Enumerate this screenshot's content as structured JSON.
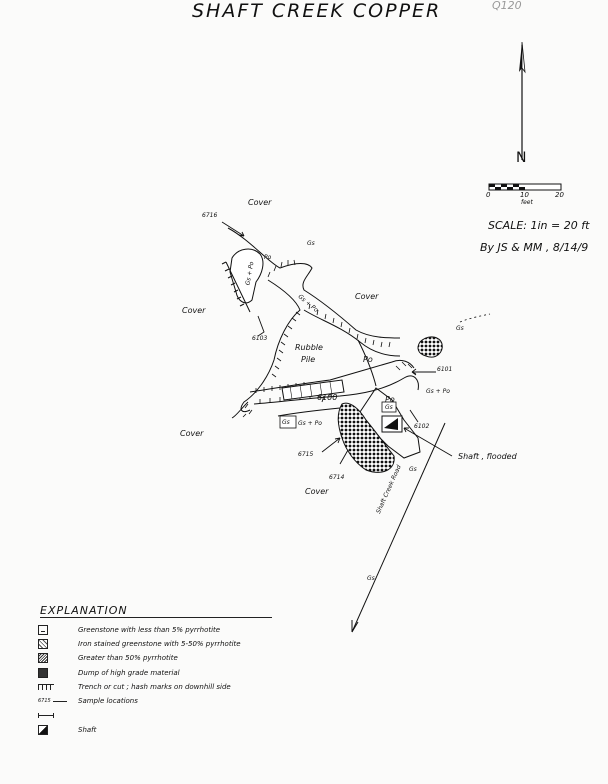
{
  "title": "SHAFT CREEK COPPER",
  "ref_number": "Q120",
  "north_label": "N",
  "scale_bar": {
    "ticks": [
      "0",
      "10",
      "20"
    ],
    "unit": "feet"
  },
  "scale_text": "SCALE: 1in = 20 ft",
  "author_text": "By JS & MM , 8/14/9",
  "map_labels": {
    "cover_top": "Cover",
    "cover_left": "Cover",
    "cover_mid_right": "Cover",
    "cover_lower_left": "Cover",
    "cover_bottom": "Cover",
    "rubble_pile_1": "Rubble",
    "rubble_pile_2": "Pile",
    "po_upper": "Po",
    "po_center": "Po",
    "po_shaft": "Po",
    "gs_top": "Gs",
    "gs_right": "Gs",
    "gs_lower": "Gs",
    "gs_road": "Gs",
    "gs_po_left": "Gs + Po",
    "gs_po_trench": "Gs + Po",
    "gs_po_right": "Gs + Po",
    "gs_po_lower": "Gs + Po",
    "gs_box_1": "Gs",
    "gs_box_2": "Gs",
    "road": "Shaft Creek Road",
    "shaft_flooded": "Shaft , flooded"
  },
  "samples": [
    "6716",
    "6103",
    "6101",
    "6100",
    "6102",
    "6715",
    "6714"
  ],
  "explanation_title": "EXPLANATION",
  "legend": [
    {
      "icon": "greenstone-box-icon",
      "text": "Greenstone with less than 5% pyrrhotite"
    },
    {
      "icon": "iron-stained-box-icon",
      "text": "Iron stained greenstone with 5-50% pyrrhotite"
    },
    {
      "icon": "pyrrhotite-box-icon",
      "text": "Greater than 50% pyrrhotite"
    },
    {
      "icon": "dump-box-icon",
      "text": "Dump of high grade material"
    },
    {
      "icon": "trench-hash-icon",
      "text": "Trench or cut ; hash marks on downhill side"
    },
    {
      "icon": "sample-arrow-icon",
      "text": "Sample locations",
      "sym": "6715"
    },
    {
      "icon": "line-icon",
      "text": ""
    },
    {
      "icon": "shaft-icon",
      "text": "Shaft"
    }
  ]
}
